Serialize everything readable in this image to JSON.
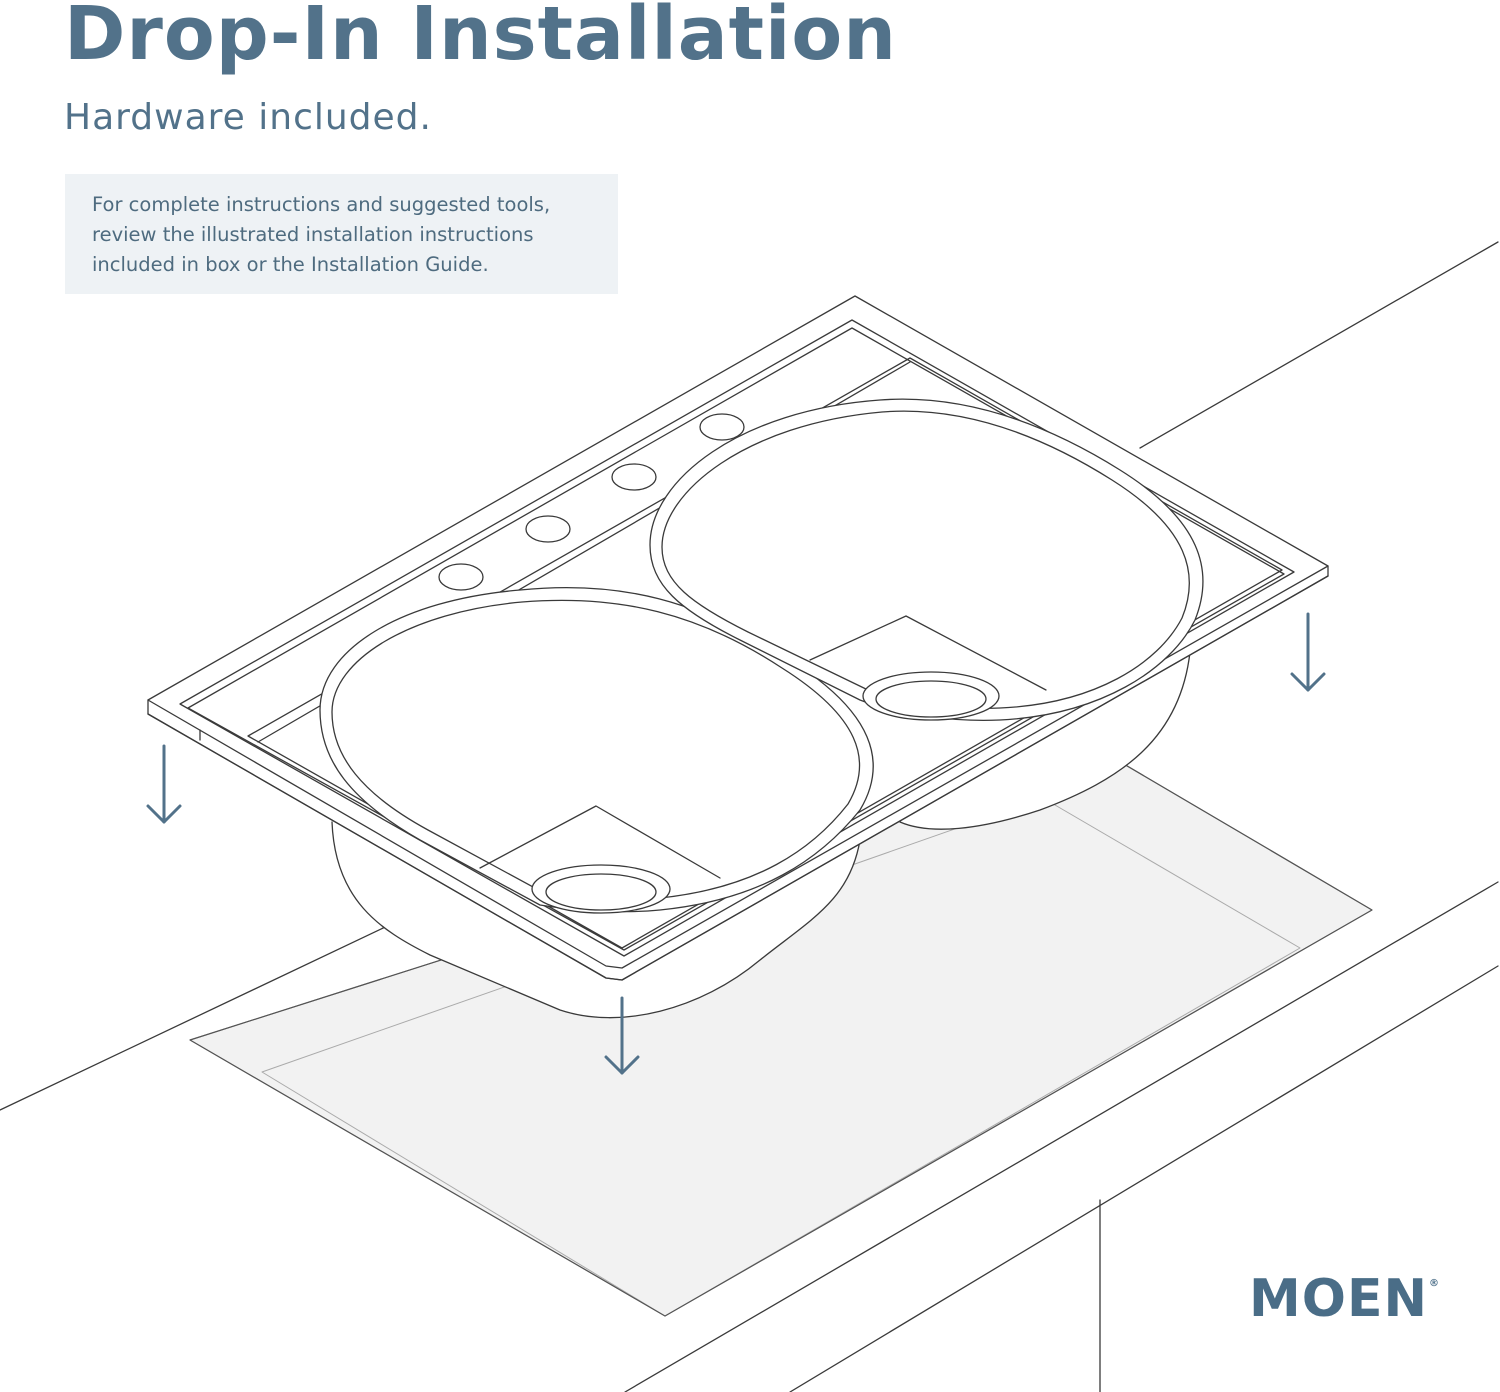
{
  "header": {
    "title": "Drop-In Installation",
    "subtitle": "Hardware included."
  },
  "note": {
    "lines": [
      "For complete instructions and suggested tools,",
      "review the illustrated installation instructions",
      "included in box or the Installation Guide."
    ]
  },
  "brand": {
    "name": "MOEN",
    "mark": "®"
  },
  "colors": {
    "accent": "#52728a",
    "note_background": "#eef2f5",
    "line_art": "#333333",
    "arrow": "#52728a"
  },
  "icons": [
    "down-arrow-icon",
    "down-arrow-icon",
    "down-arrow-icon"
  ]
}
